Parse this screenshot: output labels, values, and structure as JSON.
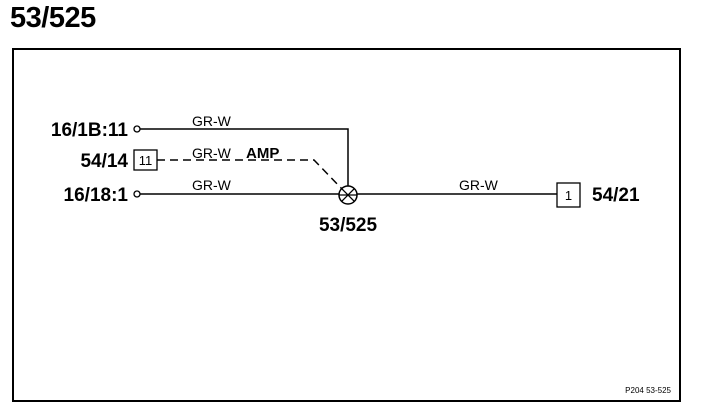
{
  "title": "53/525",
  "connectors": {
    "left_top": "16/1B:11",
    "left_mid": "54/14",
    "left_bottom": "16/18:1",
    "right": "54/21",
    "splice": "53/525"
  },
  "boxes": {
    "left_mid_pin": "11",
    "right_pin": "1"
  },
  "wires": {
    "top": "GR-W",
    "mid": "GR-W",
    "mid_note": "AMP",
    "bottom": "GR-W",
    "right": "GR-W"
  },
  "reference": "P204 53-525"
}
